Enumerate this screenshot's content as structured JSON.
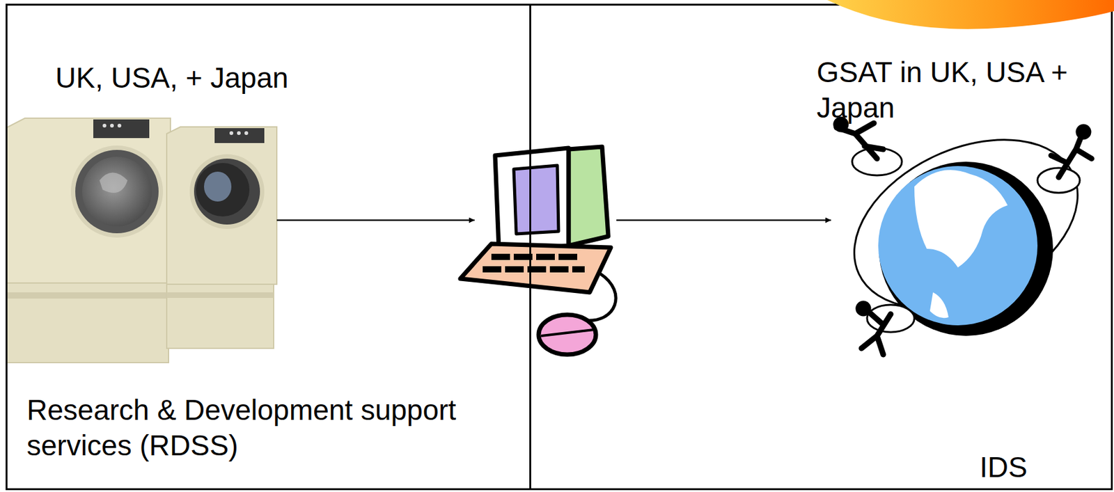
{
  "diagram": {
    "nodes": [
      {
        "text": [
          "UK, USA, + Japan",
          "Research & Development support services (RDSS)"
        ]
      },
      {
        "text": [
          "GSAT in UK, USA + Japan",
          "IDS"
        ]
      }
    ]
  }
}
